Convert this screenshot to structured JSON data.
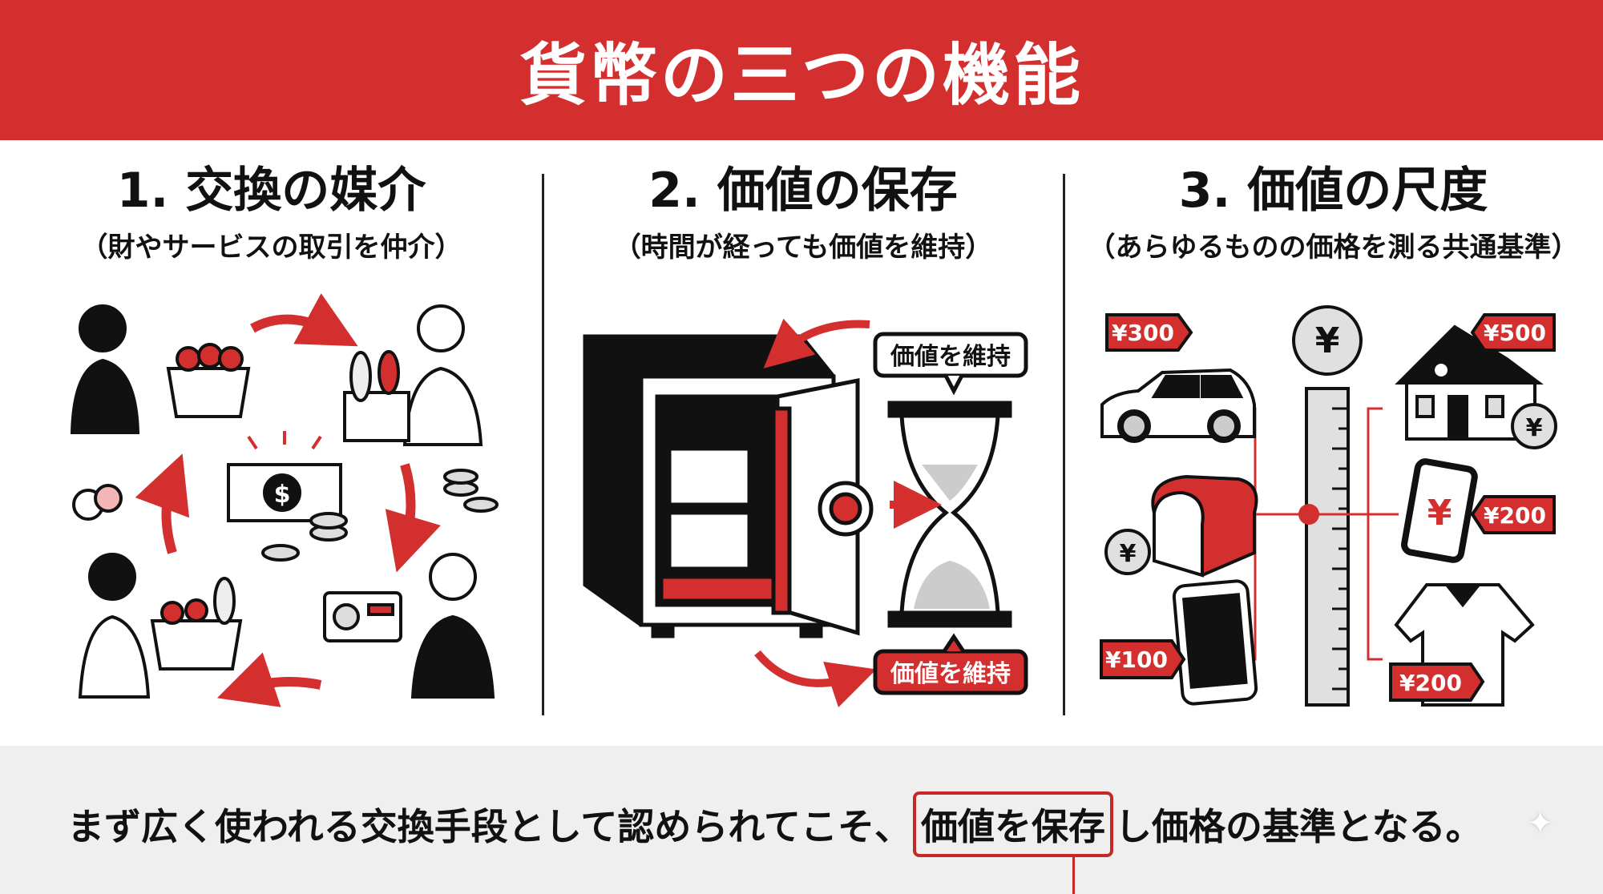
{
  "title": "貨幣の三つの機能",
  "columns": [
    {
      "heading": "1. 交換の媒介",
      "subtitle": "（財やサービスの取引を仲介）",
      "bill_symbol": "$"
    },
    {
      "heading": "2. 価値の保存",
      "subtitle": "（時間が経っても価値を維持）",
      "label_top": "価値を維持",
      "label_bottom": "価値を維持"
    },
    {
      "heading": "3. 価値の尺度",
      "subtitle": "（あらゆるものの価格を測る共通基準）",
      "coin_symbol": "¥",
      "tags": {
        "car": "¥300",
        "house": "¥500",
        "phone_app": "¥200",
        "smartphone": "¥100",
        "shirt": "¥200"
      }
    }
  ],
  "footer": {
    "before": "まず広く使われる交換手段として認められてこそ、",
    "highlight": "価値を保存",
    "after": "し価格の基準となる。"
  },
  "colors": {
    "accent": "#d32f2f",
    "dark": "#111111",
    "gray": "#e0e0e0"
  }
}
